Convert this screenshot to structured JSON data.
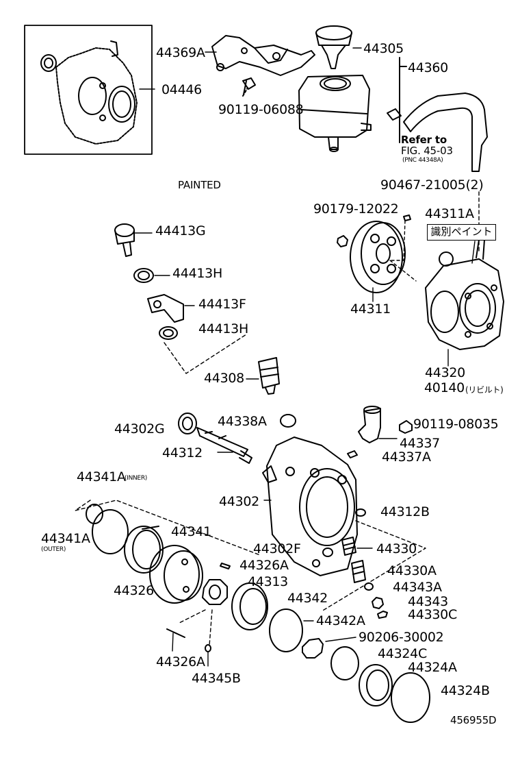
{
  "diagram": {
    "inset_label": "04446",
    "painted_note": "PAINTED",
    "reference": {
      "line1": "Refer to",
      "line2": "FIG. 45-03",
      "line3": "(PNC 44348A)"
    },
    "ident_paint": "識別ペイント",
    "rebuilt_note": "(リビルト)",
    "inner_note": "(INNER)",
    "outer_note": "(OUTER)",
    "figure_id": "456955D",
    "parts": {
      "p44369A": "44369A",
      "p44305": "44305",
      "p44360": "44360",
      "p90119_06088": "90119-06088",
      "p90467_21005": "90467-21005(2)",
      "p90179_12022": "90179-12022",
      "p44311A": "44311A",
      "p44413G": "44413G",
      "p44413H_1": "44413H",
      "p44413F": "44413F",
      "p44413H_2": "44413H",
      "p44311": "44311",
      "p44308": "44308",
      "p44320": "44320",
      "p40140": "40140",
      "p44338A": "44338A",
      "p90119_08035": "90119-08035",
      "p44302G": "44302G",
      "p44337": "44337",
      "p44312": "44312",
      "p44337A": "44337A",
      "p44341A_inner": "44341A",
      "p44302": "44302",
      "p44312B": "44312B",
      "p44341A_outer": "44341A",
      "p44341": "44341",
      "p44302F": "44302F",
      "p44330": "44330",
      "p44326A_1": "44326A",
      "p44330A": "44330A",
      "p44326": "44326",
      "p44313": "44313",
      "p44343A": "44343A",
      "p44342": "44342",
      "p44343": "44343",
      "p44330C": "44330C",
      "p44342A": "44342A",
      "p90206_30002": "90206-30002",
      "p44324C": "44324C",
      "p44326A_2": "44326A",
      "p44324A": "44324A",
      "p44345B": "44345B",
      "p44324B": "44324B"
    }
  }
}
